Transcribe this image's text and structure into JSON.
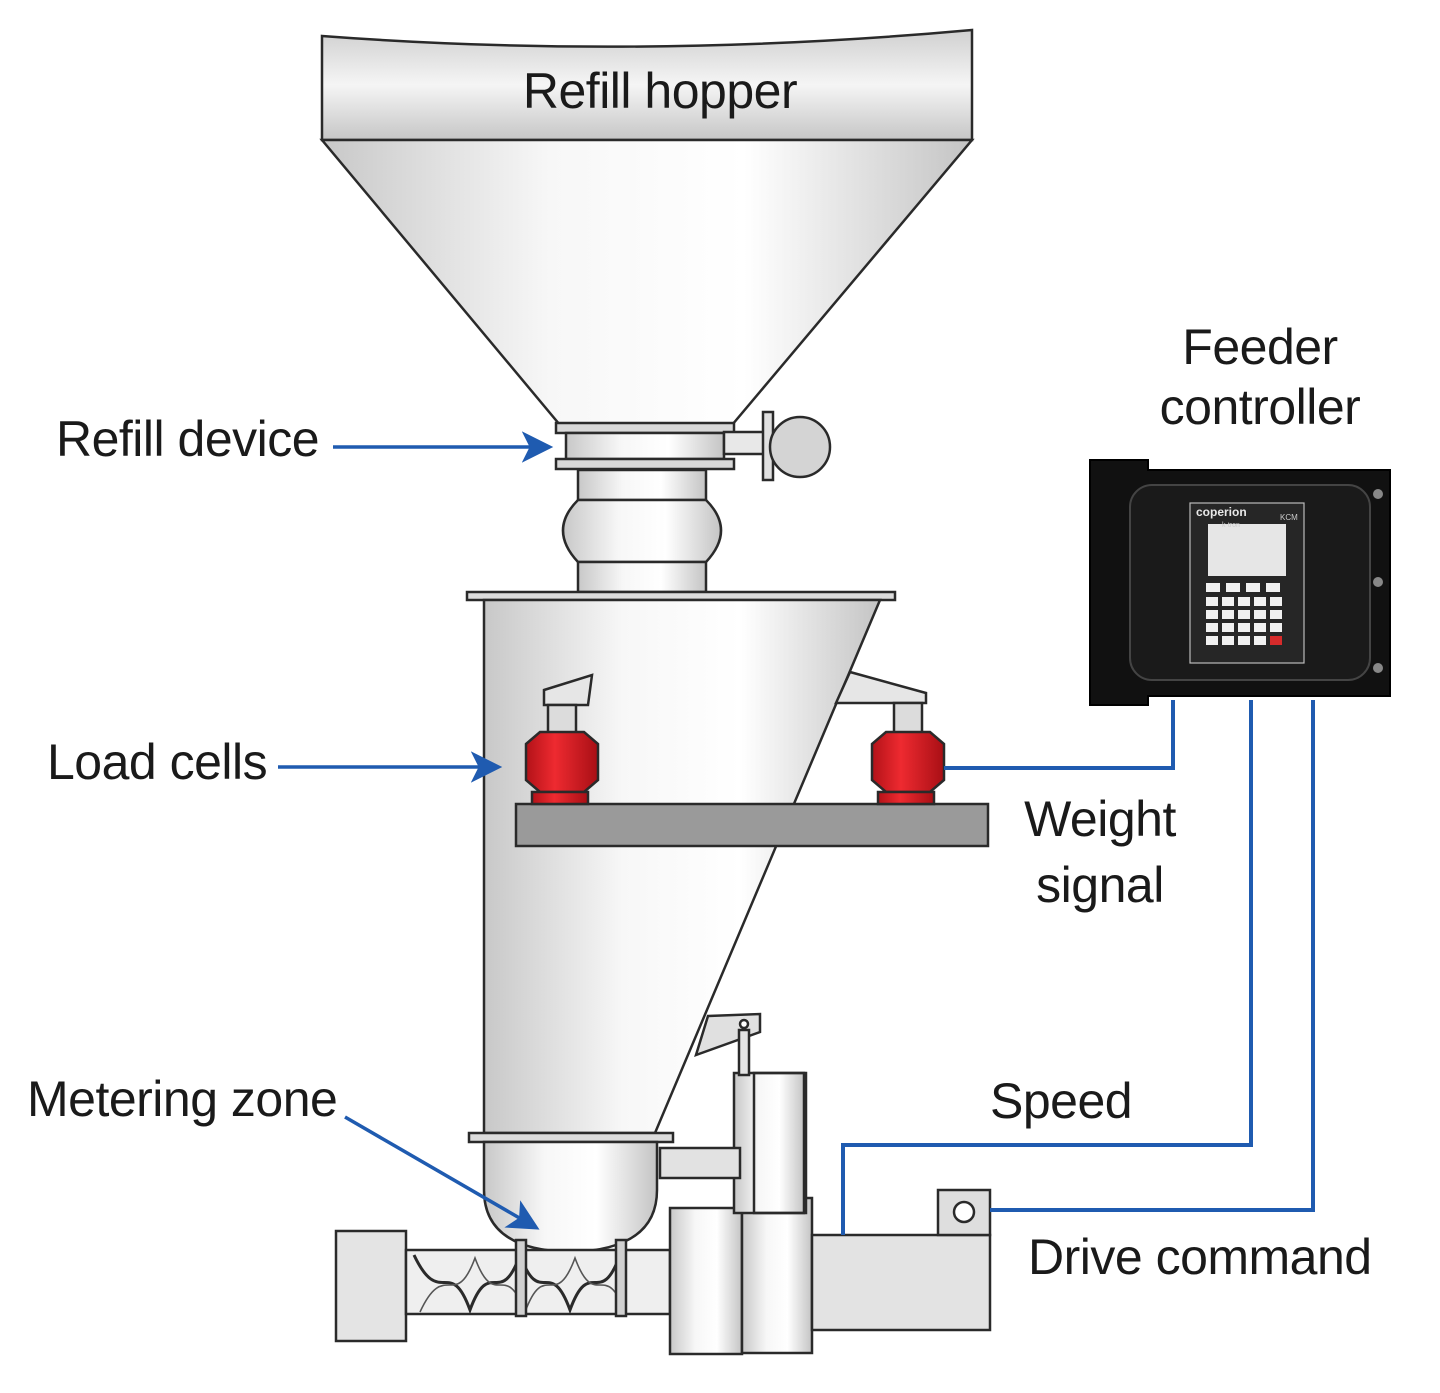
{
  "labels": {
    "refill_hopper": "Refill hopper",
    "refill_device": "Refill device",
    "load_cells": "Load cells",
    "metering_zone": "Metering zone",
    "feeder_controller_line1": "Feeder",
    "feeder_controller_line2": "controller",
    "weight_signal_line1": "Weight",
    "weight_signal_line2": "signal",
    "speed": "Speed",
    "drive_command": "Drive command"
  },
  "controller": {
    "brand": "coperion",
    "sub_brand": "k-tron",
    "model": "KCM"
  },
  "colors": {
    "arrow_blue": "#1f5bb0",
    "load_cell_red": "#e01e25",
    "controller_black": "#111111",
    "steel_light": "#f2f2f2",
    "steel_mid": "#c9c9c9",
    "frame_gray": "#9a9a9a"
  }
}
